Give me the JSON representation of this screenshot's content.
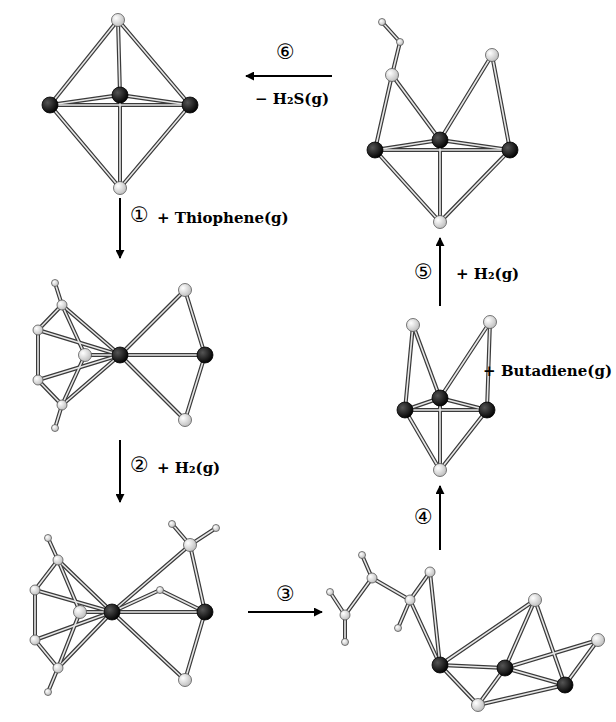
{
  "diagram": {
    "labels": [
      "⑥",
      "− H₂S(g)",
      "①",
      "+ Thiophene(g)",
      "⑤",
      "+ H₂(g)",
      "+ Butadiene(g)",
      "②",
      "+ H₂(g)",
      "④",
      "③"
    ]
  }
}
